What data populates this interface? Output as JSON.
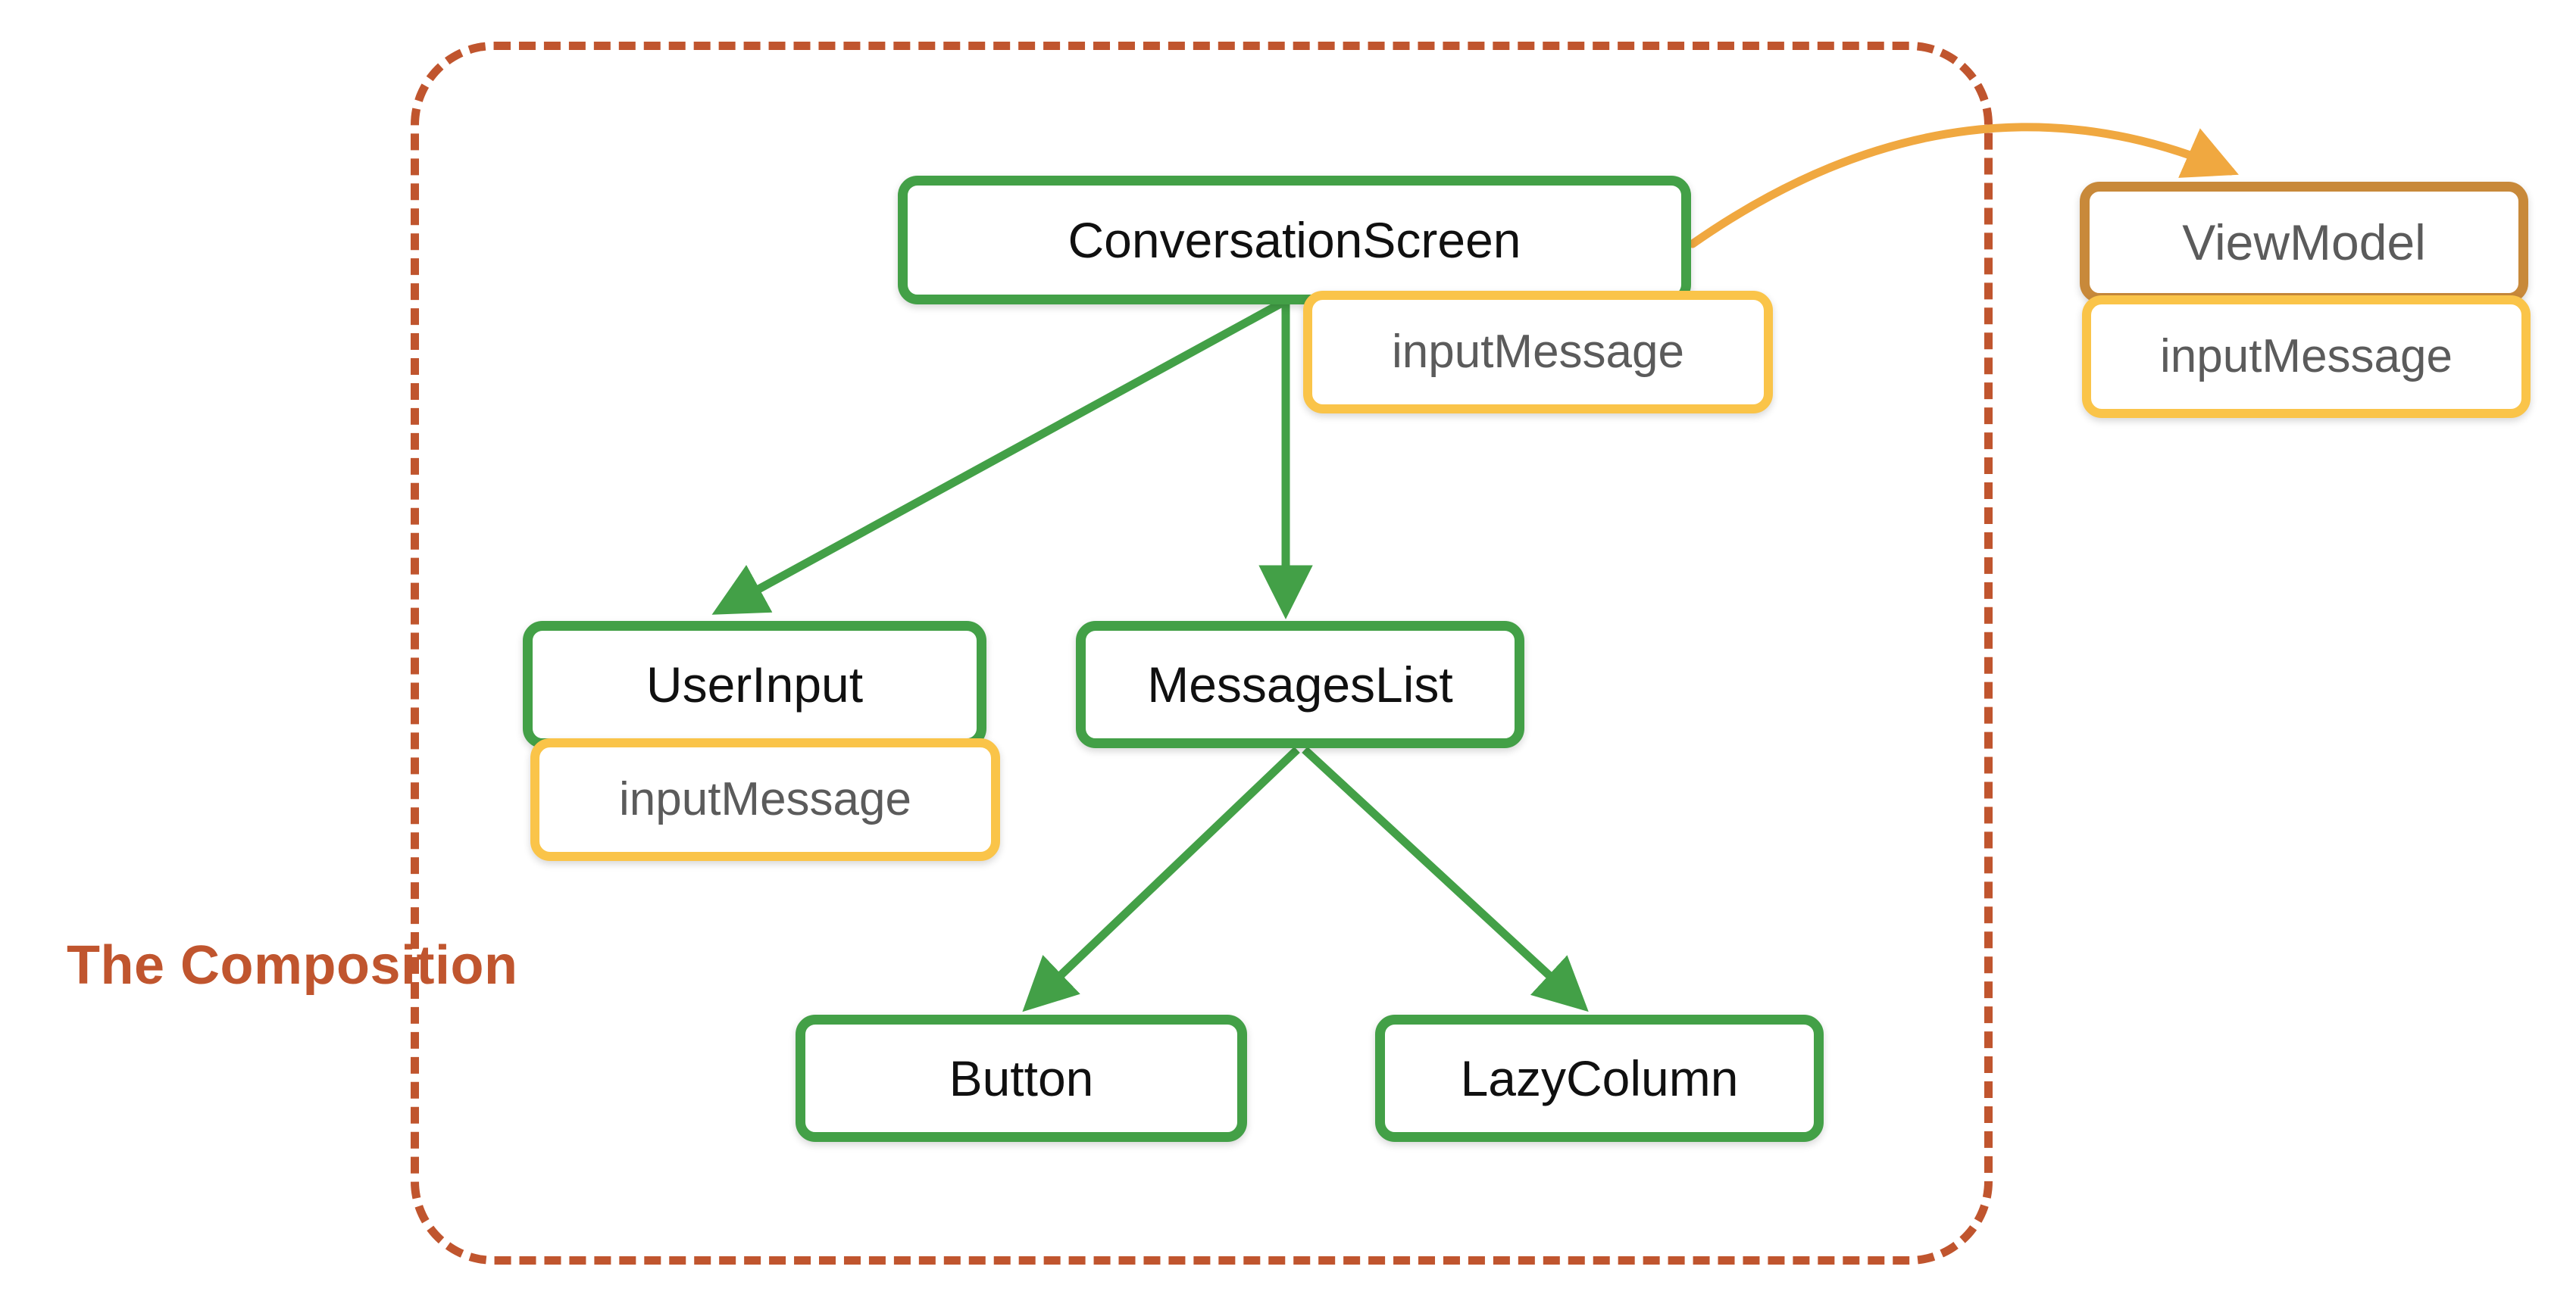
{
  "diagram": {
    "title": "The Composition",
    "caption": "The Composition",
    "colors": {
      "composition_boundary": "#c0552e",
      "composable_border": "#43a047",
      "state_border": "#fac449",
      "viewmodel_border": "#c8893a",
      "composable_arrow": "#43a047",
      "viewmodel_arrow": "#f0a840",
      "node_background": "#ffffff",
      "composable_text": "#101010",
      "state_text": "#5b5b5b",
      "canvas": "#ffffff"
    },
    "nodes": {
      "conversation_screen": {
        "label": "ConversationScreen",
        "kind": "composable"
      },
      "conversation_screen_state": {
        "label": "inputMessage",
        "kind": "state"
      },
      "user_input": {
        "label": "UserInput",
        "kind": "composable"
      },
      "user_input_state": {
        "label": "inputMessage",
        "kind": "state"
      },
      "messages_list": {
        "label": "MessagesList",
        "kind": "composable"
      },
      "button": {
        "label": "Button",
        "kind": "composable"
      },
      "lazy_column": {
        "label": "LazyColumn",
        "kind": "composable"
      },
      "view_model": {
        "label": "ViewModel",
        "kind": "viewmodel"
      },
      "view_model_state": {
        "label": "inputMessage",
        "kind": "state"
      }
    },
    "edges": [
      {
        "from": "conversation_screen",
        "to": "user_input",
        "style": "solid-arrow",
        "color": "#43a047"
      },
      {
        "from": "conversation_screen",
        "to": "messages_list",
        "style": "solid-arrow",
        "color": "#43a047"
      },
      {
        "from": "messages_list",
        "to": "button",
        "style": "solid-arrow",
        "color": "#43a047"
      },
      {
        "from": "messages_list",
        "to": "lazy_column",
        "style": "solid-arrow",
        "color": "#43a047"
      },
      {
        "from": "conversation_screen",
        "to": "view_model",
        "style": "curved-arrow",
        "color": "#f0a840"
      }
    ]
  }
}
